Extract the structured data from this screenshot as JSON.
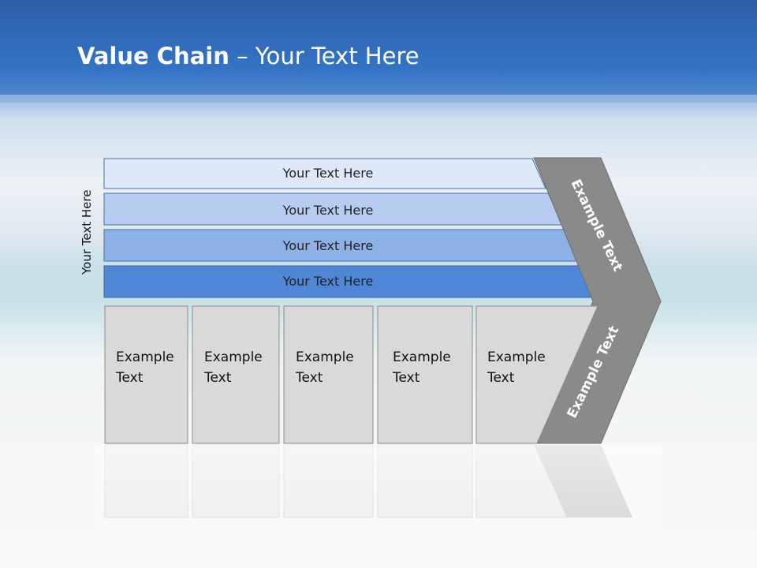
{
  "title": {
    "bold": "Value Chain",
    "rest": " – Your Text Here"
  },
  "vertical_label": "Your Text Here",
  "bars": [
    "Your Text Here",
    "Your Text Here",
    "Your Text Here",
    "Your Text Here"
  ],
  "boxes": [
    [
      "Example",
      "Text"
    ],
    [
      "Example",
      "Text"
    ],
    [
      "Example",
      "Text"
    ],
    [
      "Example",
      "Text"
    ],
    [
      "Example",
      "Text"
    ]
  ],
  "chevron_upper": "Example Text",
  "chevron_lower": "Example Text",
  "colors": {
    "bar1": "#dde8f8",
    "bar2": "#b6cdf0",
    "bar3": "#8db1e7",
    "bar4": "#4f86d6",
    "box": "#d9d9d9",
    "chevron": "#8a8a8a"
  }
}
